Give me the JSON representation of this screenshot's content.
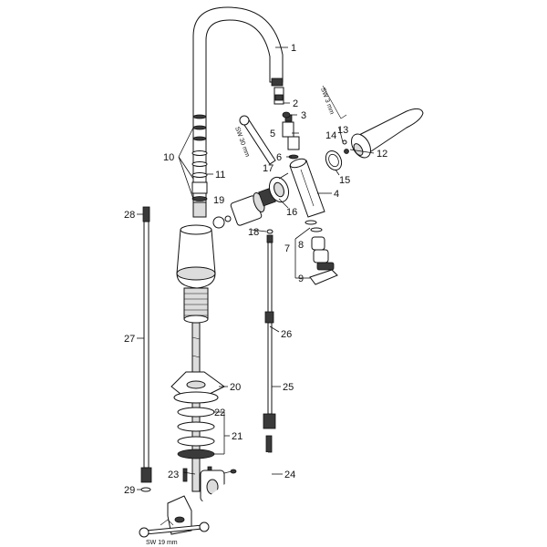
{
  "callouts": [
    {
      "id": "1",
      "text": "1"
    },
    {
      "id": "2",
      "text": "2"
    },
    {
      "id": "3",
      "text": "3"
    },
    {
      "id": "4",
      "text": "4"
    },
    {
      "id": "5",
      "text": "5"
    },
    {
      "id": "6",
      "text": "6"
    },
    {
      "id": "7",
      "text": "7"
    },
    {
      "id": "8",
      "text": "8"
    },
    {
      "id": "9",
      "text": "9"
    },
    {
      "id": "10",
      "text": "10"
    },
    {
      "id": "11",
      "text": "11"
    },
    {
      "id": "12",
      "text": "12"
    },
    {
      "id": "13",
      "text": "13"
    },
    {
      "id": "14",
      "text": "14"
    },
    {
      "id": "15",
      "text": "15"
    },
    {
      "id": "16",
      "text": "16"
    },
    {
      "id": "17",
      "text": "17"
    },
    {
      "id": "18",
      "text": "18"
    },
    {
      "id": "19",
      "text": "19"
    },
    {
      "id": "20",
      "text": "20"
    },
    {
      "id": "21",
      "text": "21"
    },
    {
      "id": "22",
      "text": "22"
    },
    {
      "id": "23",
      "text": "23"
    },
    {
      "id": "24",
      "text": "24"
    },
    {
      "id": "25",
      "text": "25"
    },
    {
      "id": "26",
      "text": "26"
    },
    {
      "id": "27",
      "text": "27"
    },
    {
      "id": "28",
      "text": "28"
    },
    {
      "id": "29",
      "text": "29"
    }
  ],
  "tool_specs": {
    "hex_key": "SW 3 mm",
    "wrench_30": "SW 30 mm",
    "wrench_19": "SW 19 mm"
  }
}
